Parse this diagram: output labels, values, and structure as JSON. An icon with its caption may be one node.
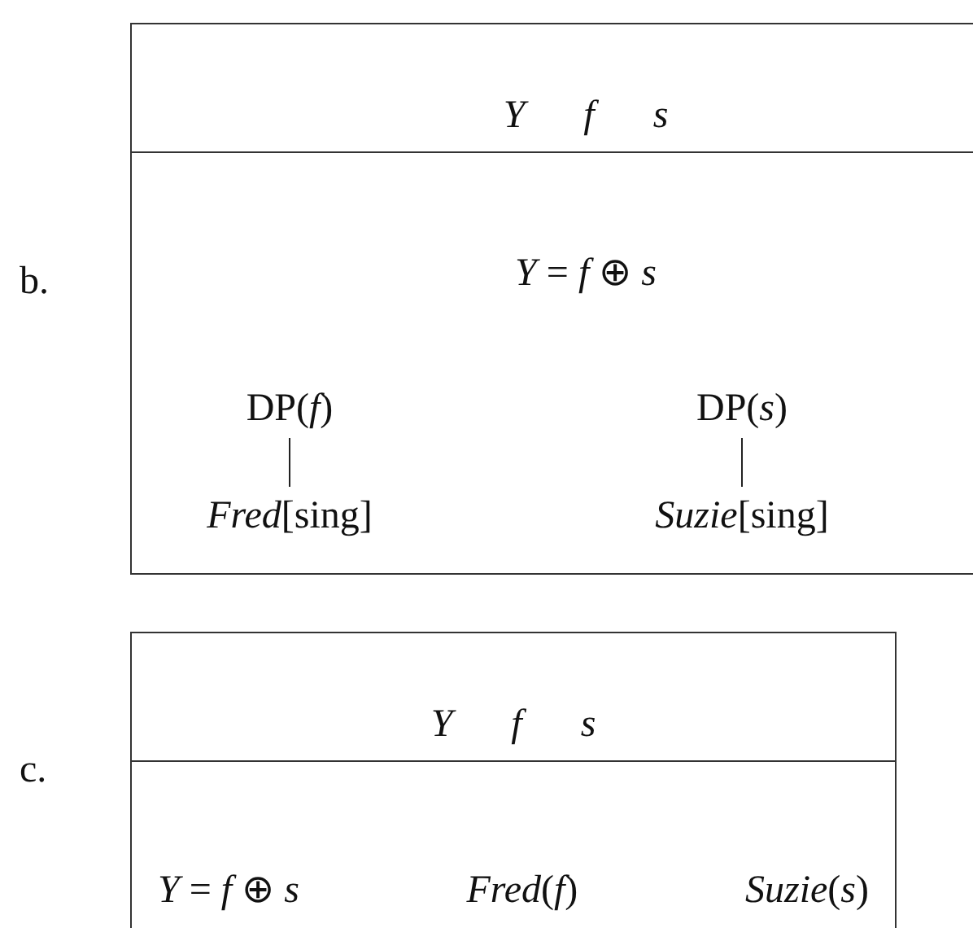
{
  "diagram": {
    "nodes": [
      {
        "text": [
          "Y f s",
          "*Y* = *f* ⊕ *s*"
        ],
        "beside": [
          "b."
        ]
      },
      {
        "text": [
          "DP(*f*)"
        ],
        "in": 0
      },
      {
        "text": [
          "*Fred*[sing]"
        ],
        "in": 0
      },
      {
        "text": [
          "DP(*s*)"
        ],
        "in": 0
      },
      {
        "text": [
          "*Suzie*[sing]"
        ],
        "in": 0
      },
      {
        "text": [
          "Y f s",
          "*Y* = *f* ⊕ *s*",
          "*Fred*(*f*)",
          "*Suzie*(*s*)"
        ],
        "beside": [
          "c."
        ]
      }
    ],
    "edges": [
      {
        "from": 1,
        "to": 2,
        "arrow": "none"
      },
      {
        "from": 3,
        "to": 4,
        "arrow": "none"
      }
    ]
  }
}
